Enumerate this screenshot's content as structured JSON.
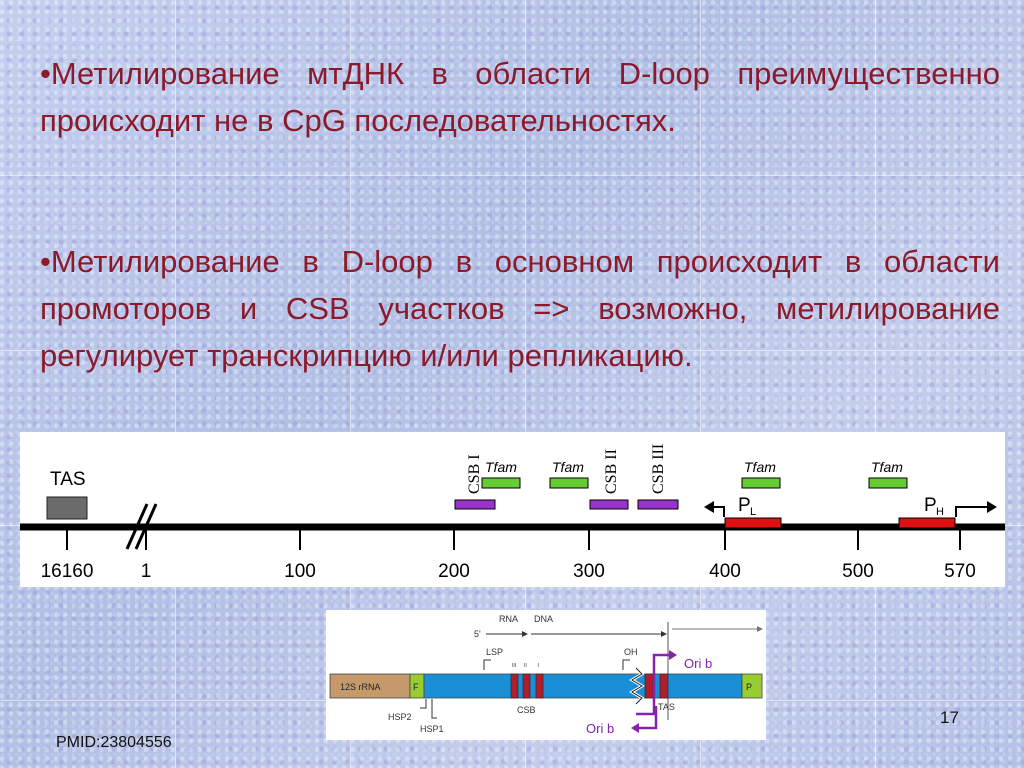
{
  "slide": {
    "bullet_1": "•Метилирование мтДНК в области D-loop преимущественно происходит не в CpG последовательностях.",
    "bullet_2": "•Метилирование в D-loop в основном происходит  в области промоторов и CSB участков => возможно, метилирование регулирует транскрипцию и/или репликацию.",
    "page_number": "17",
    "citation": "PMID:23804556"
  },
  "dloop_map": {
    "tas_label": "TAS",
    "csb_labels": [
      "CSB I",
      "CSB II",
      "CSB III"
    ],
    "tfam_label": "Tfam",
    "promoter_l": "P",
    "promoter_l_sub": "L",
    "promoter_h": "P",
    "promoter_h_sub": "H",
    "ticks": [
      "16160",
      "1",
      "100",
      "200",
      "300",
      "400",
      "500",
      "570"
    ],
    "colors": {
      "tas": "#6b6b6b",
      "csb": "#9933cc",
      "tfam": "#66cc33",
      "promoter": "#dd1111",
      "axis": "#000000"
    }
  },
  "control_region": {
    "rna_label": "RNA",
    "dna_label": "DNA",
    "five_prime": "5'",
    "lsp": "LSP",
    "oh": "OH",
    "csb_roman": [
      "III",
      "II",
      "I"
    ],
    "rrna_12s": "12S rRNA",
    "f_label": "F",
    "p_label": "P",
    "hsp2": "HSP2",
    "hsp1": "HSP1",
    "csb": "CSB",
    "tas": "TAS",
    "ori_b_top": "Ori b",
    "ori_b_bottom": "Ori b",
    "colors": {
      "rrna": "#c49a6c",
      "trna": "#99cc33",
      "region": "#1a8fd6",
      "csb": "#b01e2e",
      "ori": "#8822aa"
    }
  }
}
